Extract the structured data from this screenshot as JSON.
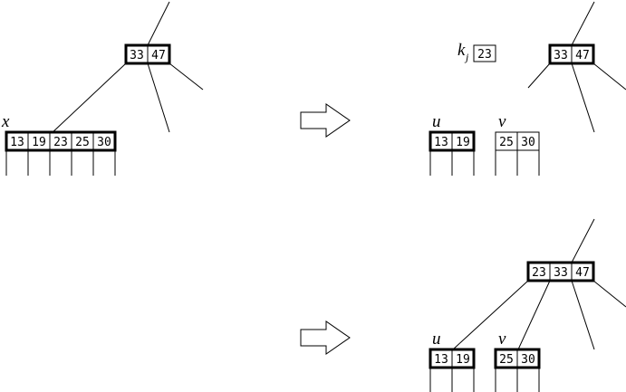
{
  "panel1": {
    "parent_keys": [
      "33",
      "47"
    ],
    "child_label": "x",
    "child_keys": [
      "13",
      "19",
      "23",
      "25",
      "30"
    ]
  },
  "panel2": {
    "median_label": "k",
    "median_sub": "j",
    "median_key": "23",
    "parent_keys": [
      "33",
      "47"
    ],
    "left_label": "u",
    "left_keys": [
      "13",
      "19"
    ],
    "right_label": "v",
    "right_keys": [
      "25",
      "30"
    ]
  },
  "panel3": {
    "parent_keys": [
      "23",
      "33",
      "47"
    ],
    "left_label": "u",
    "left_keys": [
      "13",
      "19"
    ],
    "right_label": "v",
    "right_keys": [
      "25",
      "30"
    ]
  }
}
